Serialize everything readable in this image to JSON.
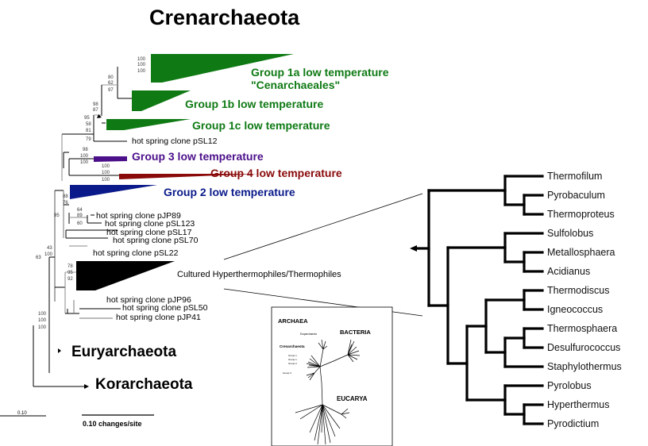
{
  "title": "Crenarchaeota",
  "colors": {
    "group1": "#0f7a14",
    "group3": "#4b0f8a",
    "group4": "#8a0a0a",
    "group2": "#0a1a8a",
    "cultured": "#000000"
  },
  "main_tree": {
    "groups": [
      {
        "label": "Group 1a low temperature",
        "sublabel": "\"Cenarchaeales\"",
        "color_key": "group1",
        "bootstrap": [
          "100",
          "100",
          "100"
        ]
      },
      {
        "label": "Group 1b low temperature",
        "color_key": "group1",
        "bootstrap": [
          "80",
          "62",
          "97"
        ]
      },
      {
        "label": "Group 1c low temperature",
        "color_key": "group1",
        "bootstrap": [
          "98",
          "87"
        ]
      },
      {
        "label": "Group 3 low temperature",
        "color_key": "group3",
        "bootstrap": [
          "98",
          "100",
          "100"
        ]
      },
      {
        "label": "Group 4 low temperature",
        "color_key": "group4",
        "bootstrap": [
          "100",
          "100",
          "100"
        ]
      },
      {
        "label": "Group 2 low temperature",
        "color_key": "group2",
        "bootstrap": [
          "88",
          "76"
        ]
      },
      {
        "label": "Cultured Hyperthermophiles/Thermophiles",
        "color_key": "cultured",
        "bootstrap": [
          "78",
          "95",
          "92"
        ]
      }
    ],
    "clones": [
      "hot spring clone pSL12",
      "hot spring clone pJP89",
      "hot spring clone pSL123",
      "hot spring clone pSL17",
      "hot spring clone pSL70",
      "hot spring clone pSL22",
      "hot spring clone pJP96",
      "hot spring clone pSL50",
      "hot spring clone pJP41"
    ],
    "node_support": {
      "n1c": [
        "95",
        "58",
        "81"
      ],
      "n_pSL12": "79",
      "n_pJP89": [
        "64",
        "89",
        "60"
      ],
      "n_g2": "95",
      "n_deep": [
        "43",
        "100"
      ],
      "n_root": "63",
      "n_eury": [
        "100",
        "100",
        "100"
      ]
    },
    "outgroups": [
      "Euryarchaeota",
      "Korarchaeota"
    ],
    "scale_small": "0.10",
    "scale_label": "0.10 changes/site"
  },
  "inset": {
    "domains": [
      "ARCHAEA",
      "BACTERIA",
      "EUCARYA"
    ],
    "labels": [
      "Euryarchaeota",
      "Crenarchaeota",
      "Group 1",
      "Group 1",
      "Group 2",
      "Group 3"
    ]
  },
  "cultured_tree": {
    "taxa": [
      "Thermofilum",
      "Pyrobaculum",
      "Thermoproteus",
      "Sulfolobus",
      "Metallosphaera",
      "Acidianus",
      "Thermodiscus",
      "Igneococcus",
      "Thermosphaera",
      "Desulfurococcus",
      "Staphylothermus",
      "Pyrolobus",
      "Hyperthermus",
      "Pyrodictium"
    ]
  }
}
